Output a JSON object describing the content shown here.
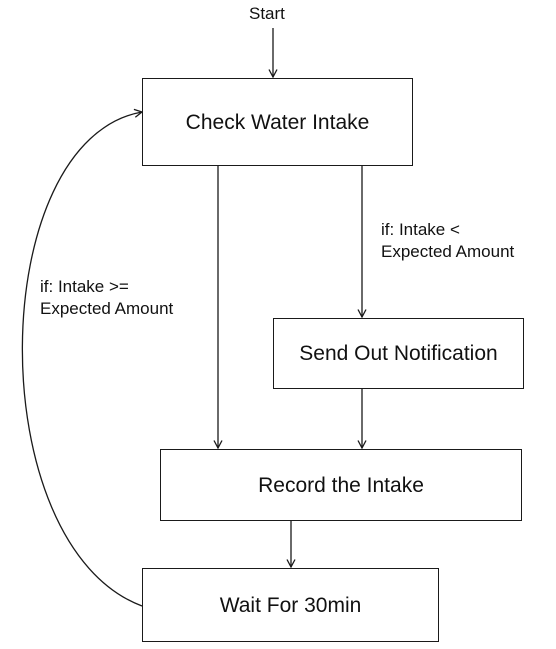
{
  "start": {
    "label": "Start"
  },
  "nodes": {
    "check_water_intake": "Check Water Intake",
    "send_out_notification": "Send Out Notification",
    "record_the_intake": "Record the Intake",
    "wait_for_30min": "Wait For 30min"
  },
  "edge_labels": {
    "intake_gte_expected": "if: Intake >=\nExpected Amount",
    "intake_lt_expected": "if: Intake <\nExpected Amount"
  },
  "colors": {
    "stroke": "#1a1a1a",
    "background": "#ffffff",
    "text": "#111111"
  }
}
